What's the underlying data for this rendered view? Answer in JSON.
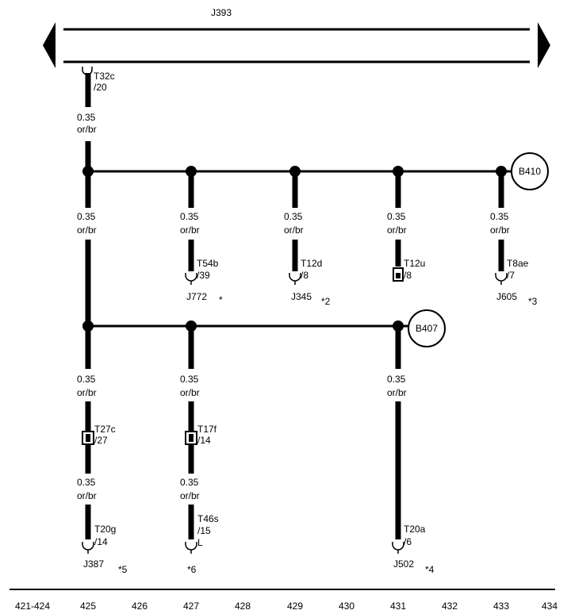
{
  "title": "J393",
  "top_connector": {
    "pin": "T32c",
    "sub": "/20"
  },
  "wire_spec": {
    "size": "0.35",
    "color": "or/br"
  },
  "splices": [
    "B410",
    "B407"
  ],
  "branches": [
    {
      "pin": "T54b",
      "sub": "/39",
      "component": "J772",
      "note": "*"
    },
    {
      "pin": "T12d",
      "sub": "/8",
      "component": "J345",
      "note": "*2"
    },
    {
      "pin": "T12u",
      "sub": "/8",
      "component": "",
      "note": ""
    },
    {
      "pin": "T8ae",
      "sub": "/7",
      "component": "J605",
      "note": "*3"
    }
  ],
  "inline_connectors": [
    {
      "pin": "T27c",
      "sub": "/27"
    },
    {
      "pin": "T17f",
      "sub": "/14"
    }
  ],
  "bottom_ends": [
    {
      "pin": "T20g",
      "sub": "/14",
      "component": "J387",
      "note": "*5"
    },
    {
      "pin": "T46s",
      "sub": "/15",
      "component": "",
      "note": "*6"
    },
    {
      "pin": "T20a",
      "sub": "/6",
      "component": "J502",
      "note": "*4"
    }
  ],
  "l_label": "L",
  "rail_numbers": [
    "421-424",
    "425",
    "426",
    "427",
    "428",
    "429",
    "430",
    "431",
    "432",
    "433",
    "434"
  ]
}
